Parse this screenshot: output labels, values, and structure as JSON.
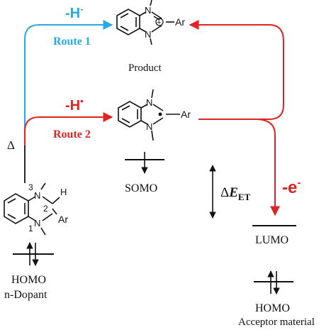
{
  "colors": {
    "route1": "#29a9e1",
    "route2": "#e02424",
    "ink": "#111111"
  },
  "route1": {
    "species": "-H",
    "charge": "-",
    "label": "Route 1"
  },
  "route2": {
    "species": "-H",
    "charge": "•",
    "label": "Route 2"
  },
  "oxidation": {
    "species": "-e",
    "charge": "-"
  },
  "product": {
    "label": "Product",
    "substituent": "Ar",
    "charge_symbol": "+"
  },
  "radical": {
    "substituent": "Ar"
  },
  "dopant": {
    "substituent": "Ar",
    "h_label": "H",
    "pos3": "3",
    "pos2": "2",
    "pos1": "1",
    "homo": "HOMO",
    "name": "n-Dopant"
  },
  "heat": "Δ",
  "somo": "SOMO",
  "energy_gap": {
    "delta": "Δ",
    "symbol": "E",
    "subscript": "ET"
  },
  "acceptor": {
    "lumo": "LUMO",
    "homo": "HOMO",
    "name": "Acceptor material"
  },
  "atoms": {
    "n": "N"
  }
}
